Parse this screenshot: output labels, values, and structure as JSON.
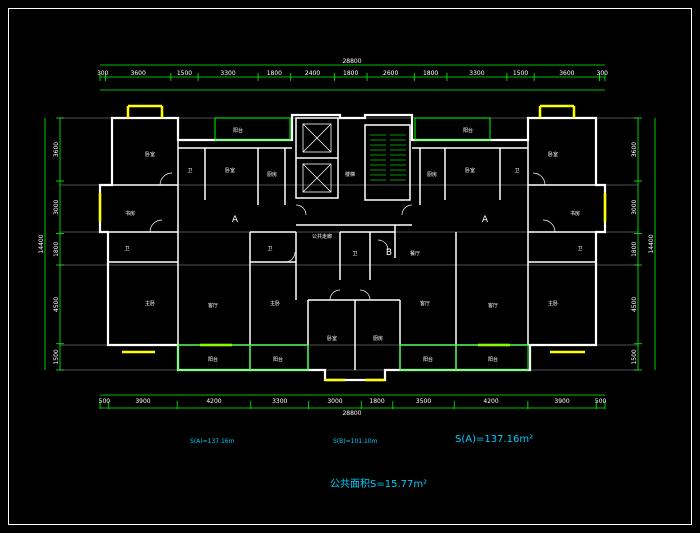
{
  "drawing": {
    "overall_width": "28800",
    "top_dims": [
      "300",
      "3600",
      "1500",
      "3300",
      "1800",
      "2400",
      "1800",
      "2600",
      "1800",
      "3300",
      "1500",
      "3600",
      "300"
    ],
    "bottom_dims": [
      "500",
      "3900",
      "4200",
      "3300",
      "3000",
      "1800",
      "3500",
      "4200",
      "3900",
      "500"
    ],
    "left_dims": [
      "3600",
      "3000",
      "1800",
      "4500",
      "1500"
    ],
    "right_dims": [
      "3600",
      "3000",
      "1800",
      "4500",
      "1500"
    ],
    "side_total": "14400",
    "unit_a": "A",
    "unit_b": "B",
    "rooms": {
      "bedroom": "卧室",
      "bath": "卫",
      "dining": "餐厅",
      "kitchen": "厨房",
      "living": "客厅",
      "balcony": "阳台",
      "master": "主卧",
      "study": "书房",
      "stair": "楼梯",
      "corridor": "公共走廊"
    },
    "areas": {
      "s_a_small": "S(A)=137.16m",
      "s_b_small": "S(B)=101.10m",
      "s_a_big": "S(A)=137.16m²",
      "public": "公共面积S=15.77m²"
    }
  }
}
